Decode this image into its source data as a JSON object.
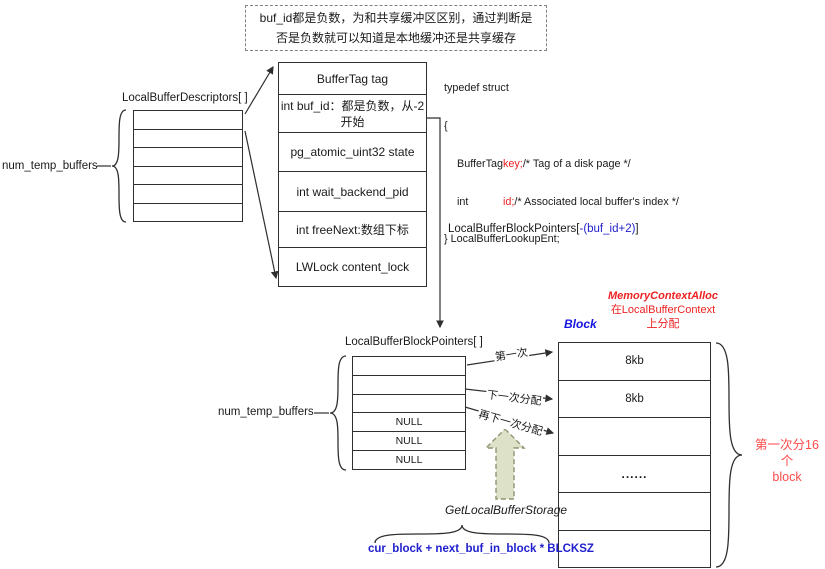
{
  "colors": {
    "red_accent": "#ee2222",
    "light_red_accent": "#ff4a4a",
    "blue_accent": "#2020cf",
    "block_title_blue": "#1414e0",
    "storage_arrow_fill": "#dde1c8"
  },
  "note_box": {
    "line1": "buf_id都是负数，为和共享缓冲区区别，通过判断是",
    "line2": "否是负数就可以知道是本地缓冲还是共享缓存"
  },
  "descriptors": {
    "label": "LocalBufferDescriptors[ ]",
    "count_label": "num_temp_buffers",
    "rows": [
      "",
      "",
      "",
      "",
      "",
      ""
    ]
  },
  "descriptor_box": {
    "fields": [
      "BufferTag tag",
      "int buf_id：都是负数，从-2\n开始",
      "pg_atomic_uint32 state",
      "int wait_backend_pid",
      "int freeNext:数组下标",
      "LWLock content_lock"
    ]
  },
  "struct_code": {
    "l1": "typedef struct",
    "l2": "{",
    "l3_type": "BufferTag",
    "l3_name": "key;",
    "l3_comment": "/* Tag of a disk page */",
    "l4_type": "int",
    "l4_name": "id;",
    "l4_comment": "/* Associated local buffer's index */",
    "l5": "} LocalBufferLookupEnt;"
  },
  "block_pointers": {
    "index_pre": "LocalBufferBlockPointers[",
    "index_expr": "-(buf_id+2)",
    "index_post": "]",
    "label": "LocalBufferBlockPointers[ ]",
    "count_label": "num_temp_buffers",
    "rows": [
      "",
      "",
      "",
      "NULL",
      "NULL",
      "NULL"
    ]
  },
  "alloc_arrows": {
    "first": "第一次",
    "second": "下一次分配",
    "third": "再下一次分配"
  },
  "block_area": {
    "title": "Block",
    "alloc_note_line1": "MemoryContextAlloc",
    "alloc_note_line2": "在LocalBufferContext",
    "alloc_note_line3": "上分配",
    "rows": [
      "8kb",
      "8kb",
      "",
      "......",
      "",
      ""
    ],
    "brace_label_line1": "第一次分16个",
    "brace_label_line2": "block"
  },
  "storage": {
    "func": "GetLocalBufferStorage",
    "formula": "cur_block + next_buf_in_block * BLCKSZ"
  }
}
